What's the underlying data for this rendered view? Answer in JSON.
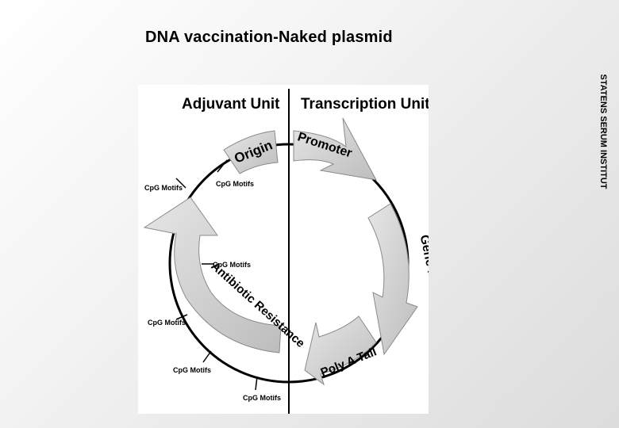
{
  "title": "DNA vaccination-Naked plasmid",
  "side_label": "STATENS SERUM INSTITUT",
  "diagram": {
    "left_header": "Adjuvant Unit",
    "right_header": "Transcription Unit",
    "segments": {
      "origin": "Origin",
      "promoter": "Promoter",
      "gene_insert": "Gene Insert",
      "poly_a_tail": "Poly A Tail",
      "antibiotic_resistance": "Antibiotic Resistance"
    },
    "cpg_label": "CpG Motifs"
  },
  "colors": {
    "arrow_fill": "#c9c9c9",
    "arrow_stroke": "#8a8a8a",
    "ring": "#000000"
  }
}
